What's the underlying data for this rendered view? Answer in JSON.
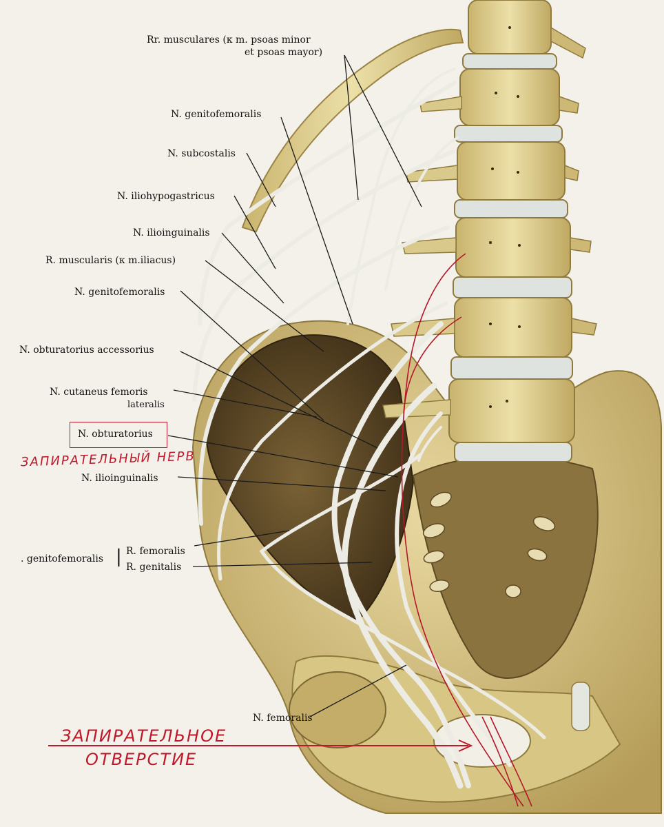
{
  "labels": {
    "rr_musculares_1": "Rr. musculares (к m. psoas minor",
    "rr_musculares_2": "et psoas mayor)",
    "genitofemoralis_top": "N. genitofemoralis",
    "subcostalis": "N. subcostalis",
    "iliohypogastricus": "N. iliohypogastricus",
    "ilioinguinalis_top": "N. ilioinguinalis",
    "r_muscularis": "R. muscularis (к m.iliacus)",
    "genitofemoralis_mid": "N. genitofemoralis",
    "obturatorius_accessorius": "N. obturatorius accessorius",
    "cutaneus_1": "N. cutaneus femoris",
    "cutaneus_2": "lateralis",
    "obturatorius": "N. obturatorius",
    "ilioinguinalis_low": "N. ilioinguinalis",
    "genitofemoralis_group": ". genitofemoralis",
    "r_femoralis": "R. femoralis",
    "r_genitalis": "R. genitalis",
    "femoralis": "N. femoralis"
  },
  "handwriting": {
    "obturator_nerve": "ЗАПИРАТЕЛЬНЫЙ НЕРВ",
    "obturator_foramen_1": "ЗАПИРАТЕЛЬНОЕ",
    "obturator_foramen_2": "ОТВЕРСТИЕ"
  },
  "colors": {
    "background": "#f4f1ea",
    "bone": "#e6d79a",
    "bone_shadow": "#a8924e",
    "disc": "#dfe3e0",
    "nerve": "#ecebe4",
    "cavity": "#5a4526",
    "leader": "#1a1a1a",
    "handwriting": "#c0182a"
  }
}
